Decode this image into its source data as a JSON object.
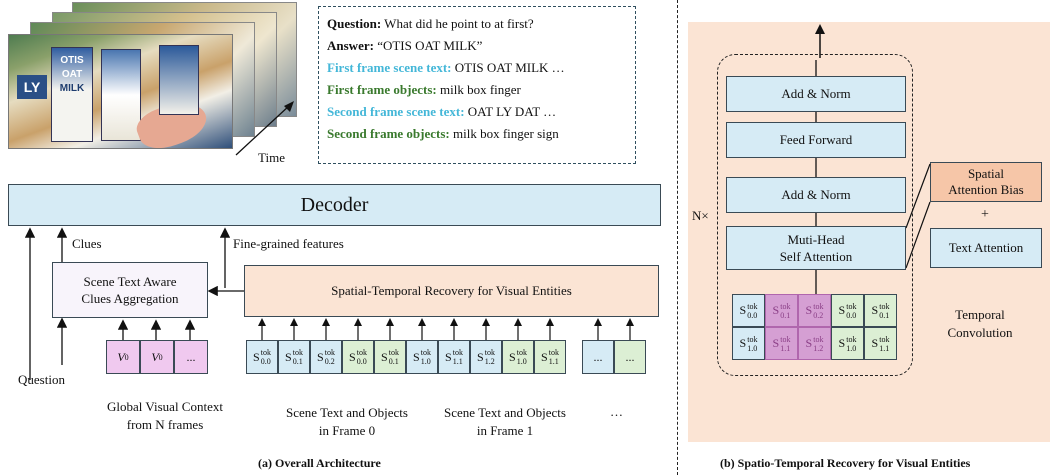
{
  "qa_box": {
    "question_label": "Question:",
    "question_text": " What did he point to at first?",
    "answer_label": "Answer:",
    "answer_text": " “OTIS OAT MILK”",
    "first_scene_label": "First frame scene text:",
    "first_scene_text": " OTIS OAT MILK …",
    "first_obj_label": "First frame objects:",
    "first_obj_text": " milk box finger",
    "second_scene_label": "Second frame scene text:",
    "second_scene_text": " OAT LY DAT …",
    "second_obj_label": "Second frame objects:",
    "second_obj_text": " milk box finger sign"
  },
  "video": {
    "time_label": "Time",
    "frame_text_1": "OTIS",
    "frame_text_2": "OAT",
    "frame_text_3": "MILK",
    "frame_text_4": "LY"
  },
  "left": {
    "decoder": "Decoder",
    "clues": "Clues",
    "fine_grained": "Fine-grained features",
    "aggregation_line1": "Scene Text Aware",
    "aggregation_line2": "Clues Aggregation",
    "recovery": "Spatial-Temporal Recovery for Visual Entities",
    "question": "Question",
    "global_line1": "Global Visual Context",
    "global_line2": "from N frames",
    "frame0_line1": "Scene Text and Objects",
    "frame0_line2": "in Frame 0",
    "frame1_line1": "Scene Text and Objects",
    "frame1_line2": "in Frame 1",
    "ellipsis": "…",
    "caption": "(a) Overall Architecture",
    "global_tokens": [
      "V",
      "V",
      "..."
    ],
    "global_sub": "0",
    "seq_tokens": [
      {
        "t": "S",
        "sup": "tok",
        "sub": "0.0",
        "c": "b"
      },
      {
        "t": "S",
        "sup": "tok",
        "sub": "0.1",
        "c": "b"
      },
      {
        "t": "S",
        "sup": "tok",
        "sub": "0.2",
        "c": "b"
      },
      {
        "t": "S",
        "sup": "tok",
        "sub": "0.0",
        "c": "g"
      },
      {
        "t": "S",
        "sup": "tok",
        "sub": "0.1",
        "c": "g"
      },
      {
        "t": "S",
        "sup": "tok",
        "sub": "1.0",
        "c": "b"
      },
      {
        "t": "S",
        "sup": "tok",
        "sub": "1.1",
        "c": "b"
      },
      {
        "t": "S",
        "sup": "tok",
        "sub": "1.2",
        "c": "b"
      },
      {
        "t": "S",
        "sup": "tok",
        "sub": "1.0",
        "c": "g"
      },
      {
        "t": "S",
        "sup": "tok",
        "sub": "1.1",
        "c": "g"
      },
      {
        "t": "...",
        "sup": "",
        "sub": "",
        "c": "b"
      },
      {
        "t": "...",
        "sup": "",
        "sub": "",
        "c": "g"
      }
    ]
  },
  "right": {
    "add_norm_top": "Add & Norm",
    "feed_forward": "Feed Forward",
    "add_norm_mid": "Add & Norm",
    "attn_line1": "Muti-Head",
    "attn_line2": "Self Attention",
    "nx": "N×",
    "spatial_line1": "Spatial",
    "spatial_line2": "Attention Bias",
    "plus": "+",
    "text_attention": "Text Attention",
    "temporal_line1": "Temporal",
    "temporal_line2": "Convolution",
    "caption": "(b) Spatio-Temporal Recovery for  Visual Entities",
    "grid_row0": [
      {
        "sub": "0.0",
        "c": "b"
      },
      {
        "sub": "0.1",
        "c": "v2"
      },
      {
        "sub": "0.2",
        "c": "v2"
      },
      {
        "sub": "0.0",
        "c": "g"
      },
      {
        "sub": "0.1",
        "c": "g"
      }
    ],
    "grid_row1": [
      {
        "sub": "1.0",
        "c": "b"
      },
      {
        "sub": "1.1",
        "c": "v2"
      },
      {
        "sub": "1.2",
        "c": "v2"
      },
      {
        "sub": "1.0",
        "c": "g"
      },
      {
        "sub": "1.1",
        "c": "g"
      }
    ],
    "grid_sup": "tok",
    "grid_letter": "S"
  },
  "colors": {
    "blue_box": "#d6ebf5",
    "peach": "#fbe4d4",
    "green_token": "#dcefd4",
    "purple_token": "#e8c4e6",
    "cyan_text": "#44b7d8",
    "green_text": "#3a7a2e"
  }
}
